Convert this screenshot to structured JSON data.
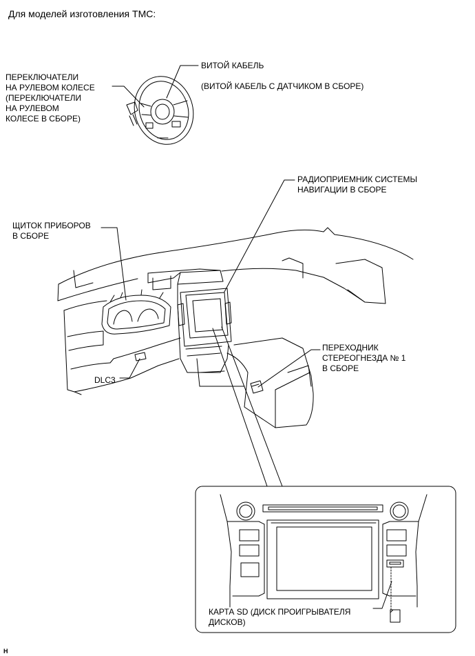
{
  "header": "Для моделей изготовления TMC:",
  "labels": {
    "steering_switch": "ПЕРЕКЛЮЧАТЕЛИ\nНА РУЛЕВОМ КОЛЕСЕ\n(ПЕРЕКЛЮЧАТЕЛИ\nНА РУЛЕВОМ\nКОЛЕСЕ В СБОРЕ)",
    "spiral_cable": "ВИТОЙ КАБЕЛЬ",
    "spiral_cable_note": "(ВИТОЙ КАБЕЛЬ С ДАТЧИКОМ В СБОРЕ)",
    "radio_receiver": "РАДИОПРИЕМНИК СИСТЕМЫ\nНАВИГАЦИИ В СБОРЕ",
    "combination_meter": "ЩИТОК ПРИБОРОВ\nВ СБОРЕ",
    "stereo_jack": "ПЕРЕХОДНИК\nСТЕРЕОГНЕЗДА № 1\nВ СБОРЕ",
    "dlc3": "DLC3",
    "sd_card": "КАРТА SD (ДИСК ПРОИГРЫВАТЕЛЯ\nДИСКОВ)"
  },
  "footer_code": "H"
}
